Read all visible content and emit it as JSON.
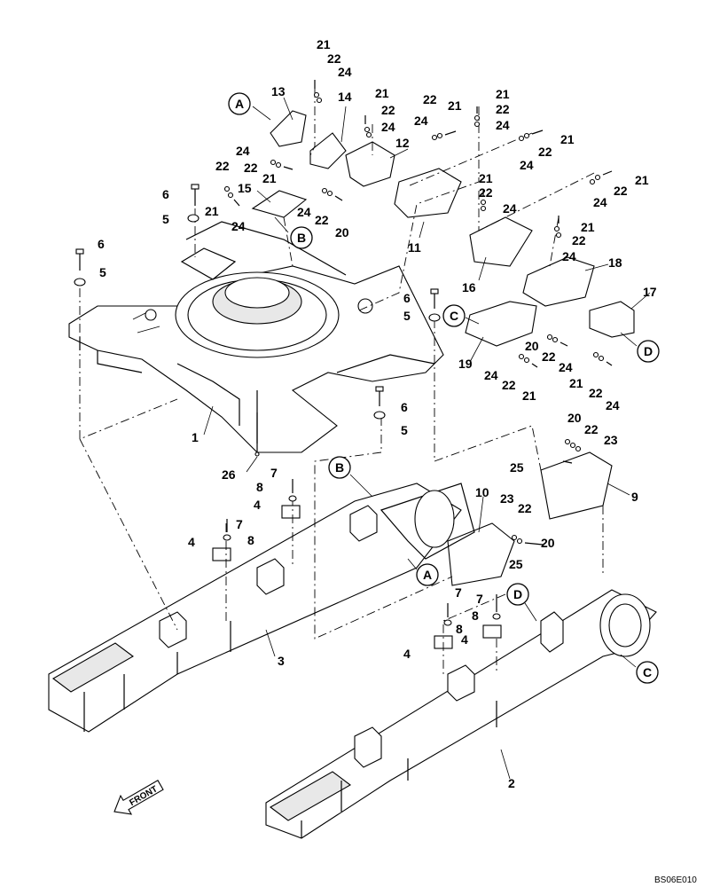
{
  "drawing_code": "BS06E010",
  "front_label": "FRONT",
  "ref_letters": [
    "A",
    "B",
    "C",
    "D"
  ],
  "part_numbers": [
    "1",
    "2",
    "3",
    "4",
    "5",
    "6",
    "7",
    "8",
    "9",
    "10",
    "11",
    "12",
    "13",
    "14",
    "15",
    "16",
    "17",
    "18",
    "19",
    "20",
    "21",
    "22",
    "23",
    "24",
    "25",
    "26"
  ]
}
